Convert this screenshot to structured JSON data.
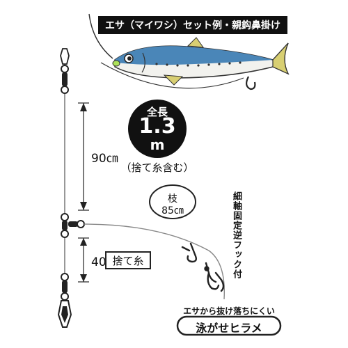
{
  "header": {
    "title": "エサ（マイワシ）セット例・親鈎鼻掛け"
  },
  "total_length": {
    "label": "全長",
    "value": "1.3",
    "unit": "m",
    "note": "（捨て糸含む）"
  },
  "dimensions": {
    "upper": "90㎝",
    "lower": "40㎝",
    "lower_label": "捨て糸"
  },
  "branch": {
    "label": "枝",
    "length": "85㎝"
  },
  "hook_note": "細軸固定逆フック付",
  "tagline": {
    "sub": "エサから抜け落ちにくい",
    "main": "泳がせヒラメ"
  },
  "colors": {
    "fish_back": "#4a86b8",
    "fish_belly": "#f2f2ee",
    "fin": "#d8cf72",
    "ink": "#111111"
  }
}
